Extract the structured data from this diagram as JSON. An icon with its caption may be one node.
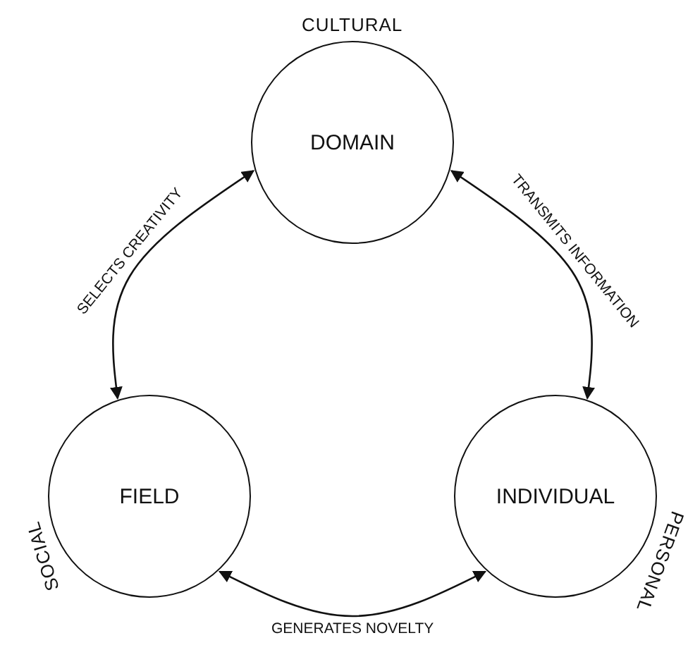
{
  "diagram": {
    "nodes": [
      {
        "text": [
          "DOMAIN"
        ],
        "beside": [
          "CULTURAL"
        ]
      },
      {
        "text": [
          "FIELD"
        ],
        "beside": [
          "SOCIAL"
        ]
      },
      {
        "text": [
          "INDIVIDUAL"
        ],
        "beside": [
          "PERSONAL"
        ]
      }
    ],
    "edges": [
      {
        "from": 0,
        "to": 1,
        "arrow": "both",
        "label": "SELECTS CREATIVITY"
      },
      {
        "from": 0,
        "to": 2,
        "arrow": "both",
        "label": "TRANSMITS INFORMATION"
      },
      {
        "from": 1,
        "to": 2,
        "arrow": "both",
        "label": "GENERATES NOVELTY"
      }
    ]
  }
}
